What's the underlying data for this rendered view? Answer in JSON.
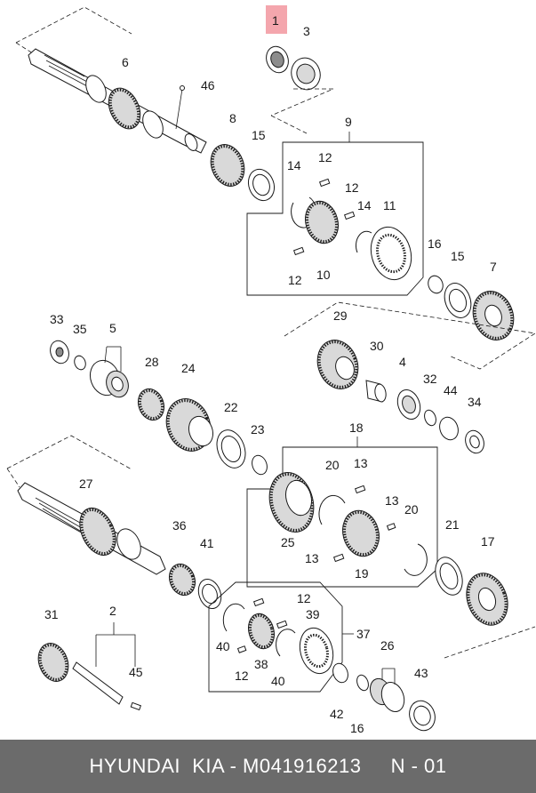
{
  "footer": {
    "brand": "HYUNDAI  KIA - M041916213",
    "page": "N - 01"
  },
  "colors": {
    "highlight": "#f4a6ad",
    "footer_bg": "#6b6b6b",
    "line": "#1a1a1a"
  },
  "callouts": {
    "c1": "1",
    "c2": "2",
    "c3": "3",
    "c4": "4",
    "c5": "5",
    "c6": "6",
    "c7": "7",
    "c8": "8",
    "c9": "9",
    "c10": "10",
    "c11": "11",
    "c12a": "12",
    "c12b": "12",
    "c12c": "12",
    "c12d": "12",
    "c12e": "12",
    "c13a": "13",
    "c13b": "13",
    "c13c": "13",
    "c14a": "14",
    "c14b": "14",
    "c15a": "15",
    "c15b": "15",
    "c16a": "16",
    "c16b": "16",
    "c17": "17",
    "c18": "18",
    "c19": "19",
    "c20a": "20",
    "c20b": "20",
    "c21": "21",
    "c22": "22",
    "c23": "23",
    "c24": "24",
    "c25": "25",
    "c26": "26",
    "c27": "27",
    "c28": "28",
    "c29": "29",
    "c30": "30",
    "c31": "31",
    "c32": "32",
    "c33": "33",
    "c34": "34",
    "c35": "35",
    "c36": "36",
    "c37": "37",
    "c38": "38",
    "c39": "39",
    "c40a": "40",
    "c40b": "40",
    "c41": "41",
    "c42": "42",
    "c43": "43",
    "c44": "44",
    "c45": "45",
    "c46": "46"
  }
}
